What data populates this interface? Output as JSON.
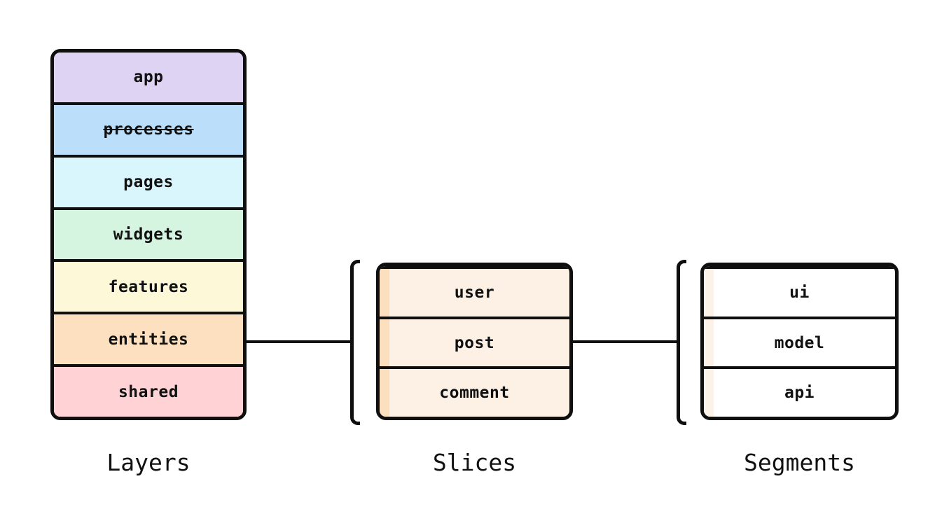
{
  "canvas": {
    "background": "#ffffff",
    "stroke_color": "#0f0f0f"
  },
  "layers": {
    "label": "Layers",
    "items": [
      {
        "name": "app",
        "color": "#ded3f3",
        "strikethrough": false
      },
      {
        "name": "processes",
        "color": "#bbdefb",
        "strikethrough": true
      },
      {
        "name": "pages",
        "color": "#d8f6fb",
        "strikethrough": false
      },
      {
        "name": "widgets",
        "color": "#d6f5e1",
        "strikethrough": false
      },
      {
        "name": "features",
        "color": "#fdf9d8",
        "strikethrough": false
      },
      {
        "name": "entities",
        "color": "#fce0c0",
        "strikethrough": false
      },
      {
        "name": "shared",
        "color": "#ffd3d5",
        "strikethrough": false
      }
    ]
  },
  "slices": {
    "label": "Slices",
    "background": "#fdf1e6",
    "spine_color": "#fbdfbe",
    "items": [
      {
        "name": "user"
      },
      {
        "name": "post"
      },
      {
        "name": "comment"
      }
    ]
  },
  "segments": {
    "label": "Segments",
    "background": "#ffffff",
    "spine_color": "#fdf2e7",
    "items": [
      {
        "name": "ui"
      },
      {
        "name": "model"
      },
      {
        "name": "api"
      }
    ]
  }
}
